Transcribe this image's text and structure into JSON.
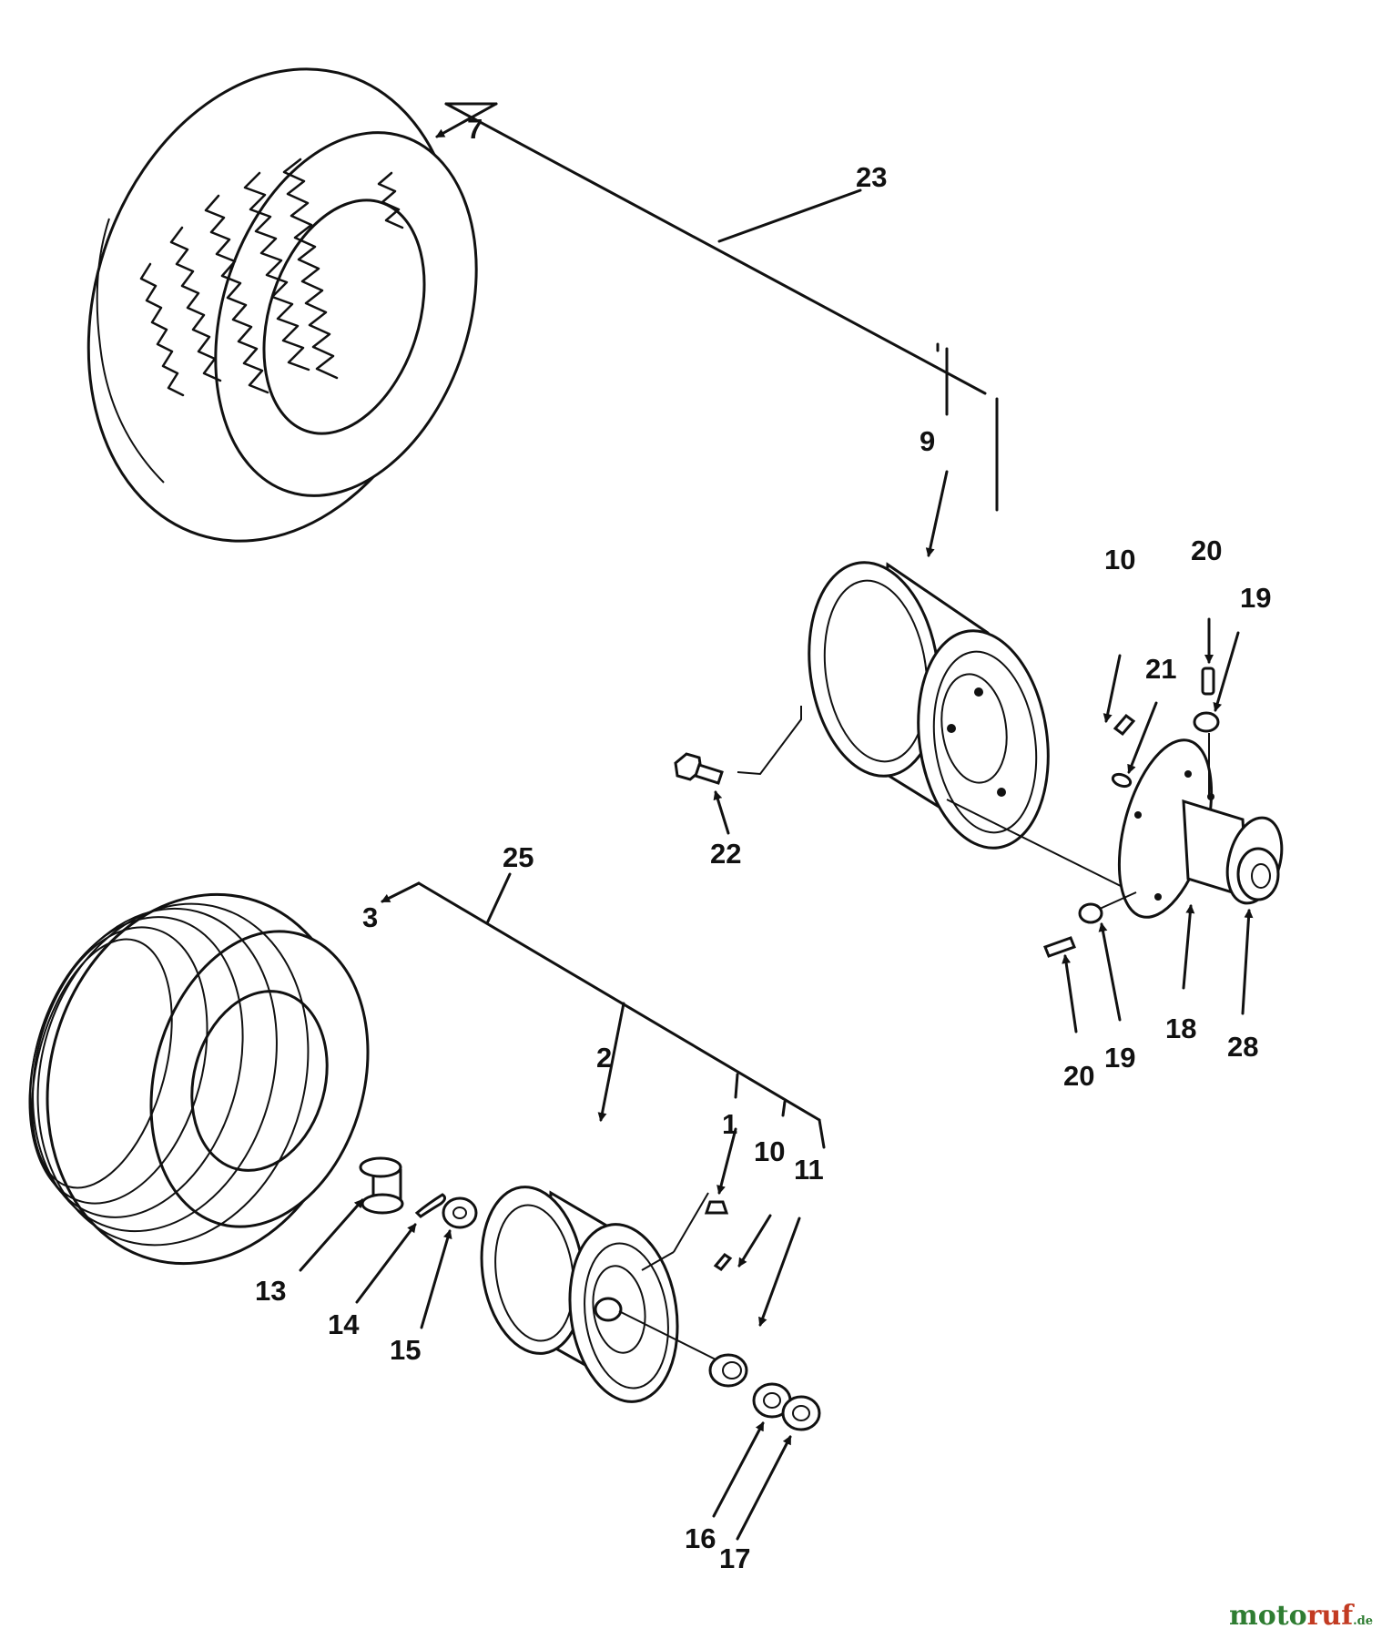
{
  "callouts": {
    "c1": "1",
    "c2": "2",
    "c3": "3",
    "c7": "7",
    "c9": "9",
    "c10a": "10",
    "c10b": "10",
    "c11": "11",
    "c13": "13",
    "c14": "14",
    "c15": "15",
    "c16": "16",
    "c17": "17",
    "c18": "18",
    "c19a": "19",
    "c19b": "19",
    "c20a": "20",
    "c20b": "20",
    "c21": "21",
    "c22": "22",
    "c23": "23",
    "c25": "25",
    "c28": "28"
  },
  "watermark": {
    "part1": "moto",
    "part2": "ruf",
    "part3": ".de"
  }
}
